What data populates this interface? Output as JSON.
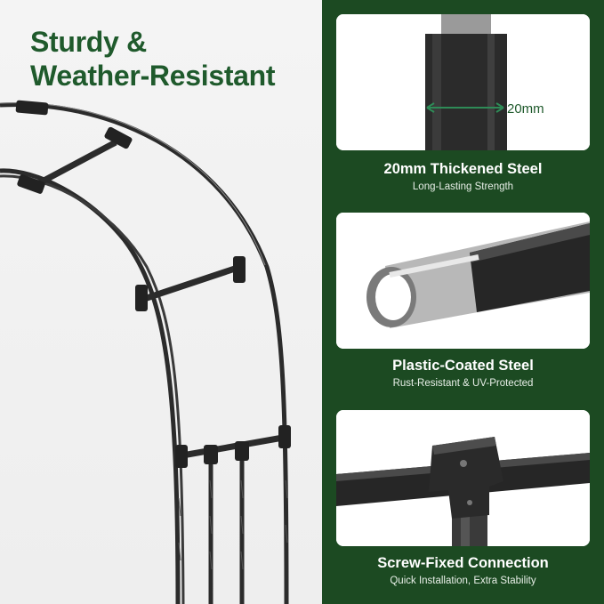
{
  "headline": {
    "line1": "Sturdy &",
    "line2": "Weather-Resistant"
  },
  "features": [
    {
      "title": "20mm Thickened Steel",
      "subtitle": "Long-Lasting Strength",
      "measure": "20mm"
    },
    {
      "title": "Plastic-Coated Steel",
      "subtitle": "Rust-Resistant & UV-Protected"
    },
    {
      "title": "Screw-Fixed Connection",
      "subtitle": "Quick Installation, Extra Stability"
    }
  ],
  "colors": {
    "brand_green": "#1f5a2c",
    "panel_green": "#1c4a22",
    "measure_green": "#2e8b57",
    "steel_black": "#2b2b2b"
  },
  "icons": [
    "arch-frame-illustration",
    "steel-tube-closeup",
    "coated-tube-closeup",
    "t-connector-closeup"
  ]
}
